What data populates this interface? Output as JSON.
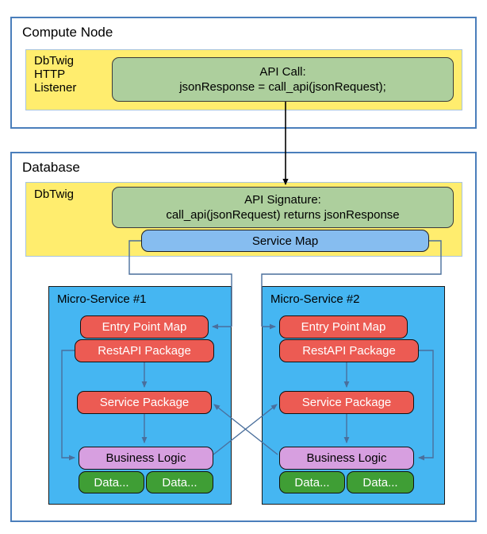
{
  "diagram": {
    "title_compute": "Compute Node",
    "title_database": "Database"
  },
  "compute_node": {
    "label": "Compute Node",
    "dbtwig_label": "DbTwig\nHTTP\nListener",
    "api_call_box": "API Call:\njsonResponse = call_api(jsonRequest);"
  },
  "database": {
    "label": "Database",
    "dbtwig_label": "DbTwig",
    "api_signature_box": "API Signature:\ncall_api(jsonRequest) returns jsonResponse",
    "service_map_box": "Service Map"
  },
  "microservices": [
    {
      "title": "Micro-Service #1",
      "entry_point": "Entry Point Map",
      "restapi": "RestAPI Package",
      "service_package": "Service Package",
      "business_logic": "Business Logic",
      "data_left": "Data...",
      "data_right": "Data..."
    },
    {
      "title": "Micro-Service #2",
      "entry_point": "Entry Point Map",
      "restapi": "RestAPI Package",
      "service_package": "Service Package",
      "business_logic": "Business Logic",
      "data_left": "Data...",
      "data_right": "Data..."
    }
  ],
  "colors": {
    "outer_border": "#4a7ebb",
    "yellow_band": "#ffed6e",
    "green_node": "#adcf9d",
    "blue_node": "#86bdf0",
    "red_node": "#ec5b53",
    "purple_node": "#d79fe0",
    "dark_green_node": "#3f9e35",
    "microservice_panel": "#45b6f2",
    "connector": "#4a6f9c",
    "main_arrow": "#000000"
  }
}
